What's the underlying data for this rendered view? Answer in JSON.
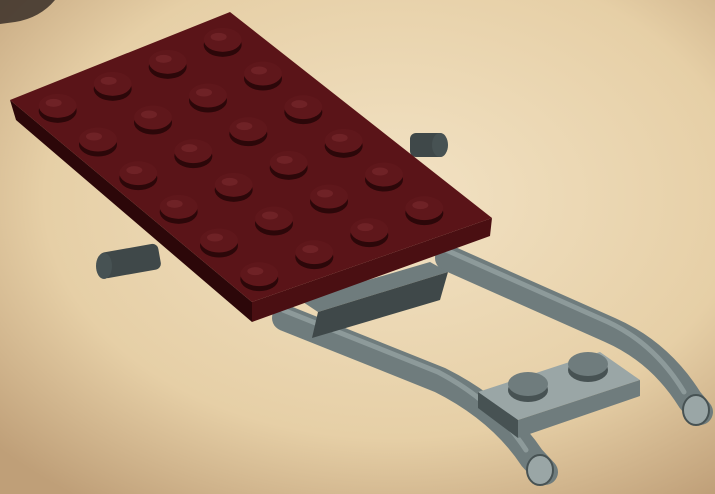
{
  "image": {
    "subject": "toboggan-sled-model",
    "colors": {
      "background_light": "#f2e2c4",
      "background_mid": "#e6cfa6",
      "background_edge": "#bf9f78",
      "plate": "#4a0f12",
      "plate_top": "#5a1418",
      "plate_side": "#2c0709",
      "stud": "#5f171b",
      "stud_highlight": "#7a2a2e",
      "runner": "#6f7c7d",
      "runner_highlight": "#9aa6a6",
      "runner_dark": "#475253",
      "bracket": "#3f4849"
    },
    "plate_studs": {
      "columns": 6,
      "rows": 4
    },
    "small_plate_studs": 2
  }
}
